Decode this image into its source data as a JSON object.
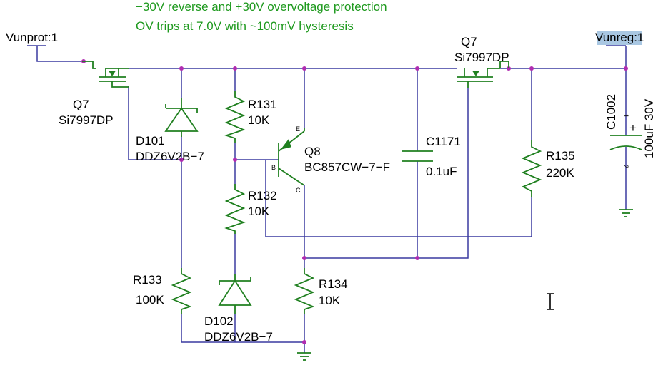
{
  "notes": {
    "line1": "−30V reverse and +30V overvoltage protection",
    "line2": "OV trips at 7.0V with ~100mV hysteresis"
  },
  "ports": {
    "in": "Vunprot:1",
    "out": "Vunreg:1"
  },
  "components": {
    "q7a_ref": "Q7",
    "q7a_val": "Si7997DP",
    "q7b_ref": "Q7",
    "q7b_val": "Si7997DP",
    "d101_ref": "D101",
    "d101_val": "DDZ6V2B−7",
    "d102_ref": "D102",
    "d102_val": "DDZ6V2B−7",
    "r131_ref": "R131",
    "r131_val": "10K",
    "r132_ref": "R132",
    "r132_val": "10K",
    "r133_ref": "R133",
    "r133_val": "100K",
    "r134_ref": "R134",
    "r134_val": "10K",
    "r135_ref": "R135",
    "r135_val": "220K",
    "q8_ref": "Q8",
    "q8_val": "BC857CW−7−F",
    "q8_pin_e": "E",
    "q8_pin_b": "B",
    "q8_pin_c": "C",
    "c1171_ref": "C1171",
    "c1171_val": "0.1uF",
    "c1002_ref": "C1002",
    "c1002_val": "100uF 30V",
    "c1002_pin1": "1",
    "c1002_pin2": "2",
    "c1002_plus": "+"
  },
  "colors": {
    "wire": "#3a3aa0",
    "part": "#208020",
    "note": "#1f9a1f",
    "junction": "#b02cb0",
    "highlight": "#a9c7e2"
  },
  "cursor": "text-cursor-icon"
}
